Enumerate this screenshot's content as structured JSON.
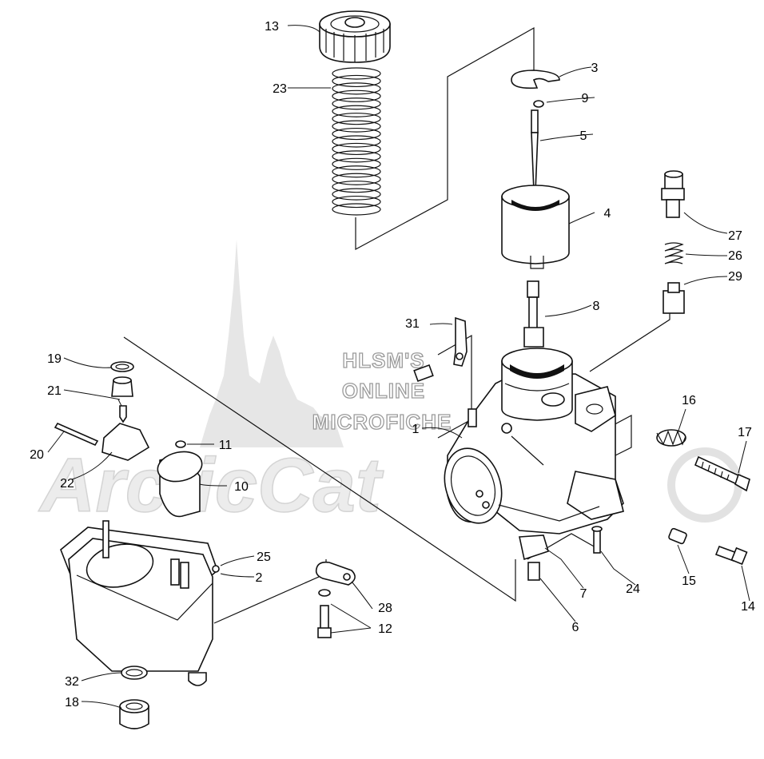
{
  "watermark": {
    "lines": [
      "HLSM'S",
      "ONLINE",
      "MICROFICHE"
    ],
    "logo_text": "ArcticCat",
    "color": "#e6e6e6"
  },
  "callouts": [
    "1",
    "2",
    "3",
    "4",
    "5",
    "6",
    "7",
    "8",
    "9",
    "10",
    "11",
    "12",
    "13",
    "14",
    "15",
    "16",
    "17",
    "18",
    "19",
    "20",
    "21",
    "22",
    "23",
    "24",
    "25",
    "26",
    "27",
    "28",
    "29",
    "31",
    "32"
  ],
  "colors": {
    "line": "#111111",
    "background": "#ffffff"
  }
}
